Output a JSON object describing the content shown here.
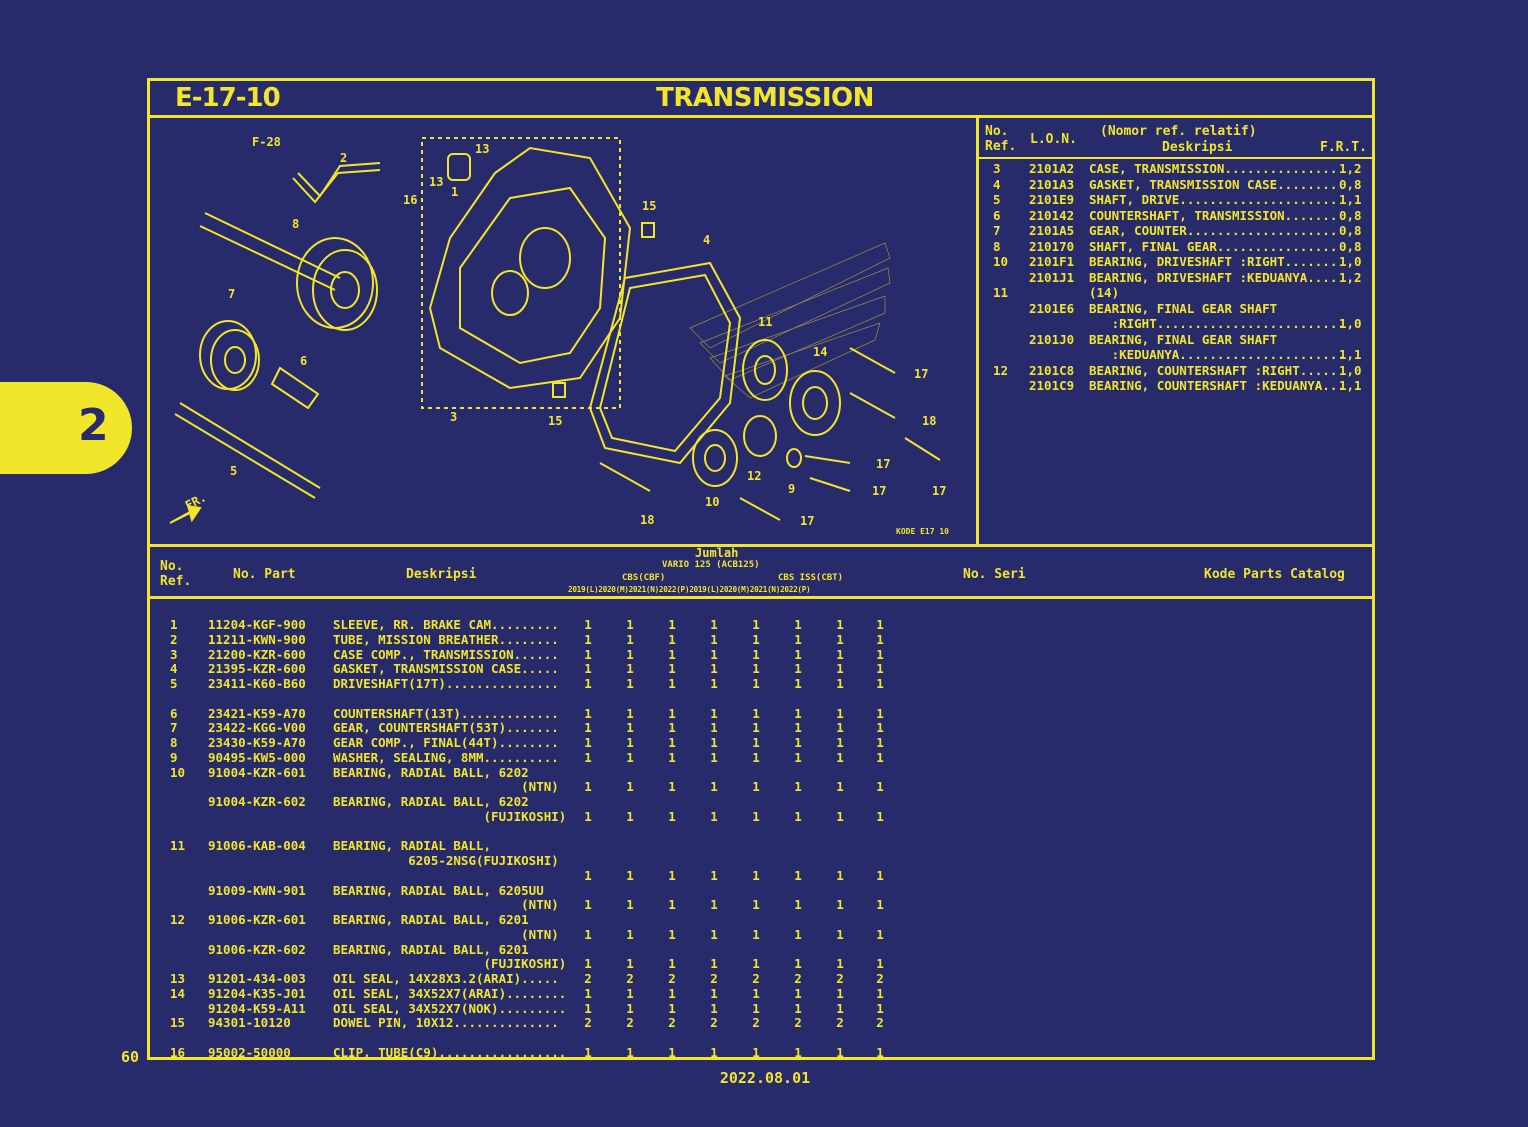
{
  "header": {
    "code": "E-17-10",
    "title": "TRANSMISSION"
  },
  "section_tab": "2",
  "page_number": "60",
  "footer_date": "2022.08.01",
  "diagram": {
    "code": "KODE E17 10",
    "fr_label": "FR.",
    "ref_F28": "F-28",
    "callouts": [
      "2",
      "16",
      "13",
      "13",
      "1",
      "8",
      "15",
      "4",
      "7",
      "6",
      "3",
      "15",
      "11",
      "14",
      "17",
      "18",
      "5",
      "12",
      "9",
      "17",
      "17",
      "10",
      "18",
      "17",
      "17"
    ]
  },
  "ref_table": {
    "col_ref": "No.\nRef.",
    "col_lon": "L.O.N.",
    "col_desc_top": "(Nomor ref. relatif)",
    "col_desc": "Deskripsi",
    "col_frt": "F.R.T.",
    "rows": [
      {
        "ref": "3",
        "lon": "2101A2",
        "desc": "CASE, TRANSMISSION...............",
        "frt": "1,2"
      },
      {
        "ref": "4",
        "lon": "2101A3",
        "desc": "GASKET, TRANSMISSION CASE........",
        "frt": "0,8"
      },
      {
        "ref": "5",
        "lon": "2101E9",
        "desc": "SHAFT, DRIVE.....................",
        "frt": "1,1"
      },
      {
        "ref": "6",
        "lon": "210142",
        "desc": "COUNTERSHAFT, TRANSMISSION.......",
        "frt": "0,8"
      },
      {
        "ref": "7",
        "lon": "2101A5",
        "desc": "GEAR, COUNTER....................",
        "frt": "0,8"
      },
      {
        "ref": "8",
        "lon": "210170",
        "desc": "SHAFT, FINAL GEAR................",
        "frt": "0,8"
      },
      {
        "ref": "10",
        "lon": "2101F1",
        "desc": "BEARING, DRIVESHAFT :RIGHT.......",
        "frt": "1,0"
      },
      {
        "ref": "",
        "lon": "2101J1",
        "desc": "BEARING, DRIVESHAFT :KEDUANYA....",
        "frt": "1,2"
      },
      {
        "ref": "11",
        "lon": "",
        "desc": "(14)",
        "frt": ""
      },
      {
        "ref": "",
        "lon": "2101E6",
        "desc": "BEARING, FINAL GEAR SHAFT",
        "frt": ""
      },
      {
        "ref": "",
        "lon": "",
        "desc": "   :RIGHT.........................",
        "frt": "1,0"
      },
      {
        "ref": "",
        "lon": "2101J0",
        "desc": "BEARING, FINAL GEAR SHAFT",
        "frt": ""
      },
      {
        "ref": "",
        "lon": "",
        "desc": "   :KEDUANYA......................",
        "frt": "1,1"
      },
      {
        "ref": "12",
        "lon": "2101C8",
        "desc": "BEARING, COUNTERSHAFT :RIGHT.....",
        "frt": "1,0"
      },
      {
        "ref": "",
        "lon": "2101C9",
        "desc": "BEARING, COUNTERSHAFT :KEDUANYA...",
        "frt": "1,1"
      }
    ]
  },
  "parts_table": {
    "col_ref": "No.\nRef.",
    "col_part": "No. Part",
    "col_desc": "Deskripsi",
    "jumlah": "Jumlah",
    "model": "VARIO 125 (ACB125)",
    "group_cbs": "CBS(CBF)",
    "group_iss": "CBS ISS(CBT)",
    "years": "2019(L)2020(M)2021(N)2022(P)2019(L)2020(M)2021(N)2022(P)",
    "col_seri": "No. Seri",
    "col_kode": "Kode Parts Catalog",
    "rows": [
      {
        "ref": "1",
        "part": "11204-KGF-900",
        "desc": "SLEEVE, RR. BRAKE CAM.........",
        "qty": [
          "1",
          "1",
          "1",
          "1",
          "1",
          "1",
          "1",
          "1"
        ]
      },
      {
        "ref": "2",
        "part": "11211-KWN-900",
        "desc": "TUBE, MISSION BREATHER........",
        "qty": [
          "1",
          "1",
          "1",
          "1",
          "1",
          "1",
          "1",
          "1"
        ]
      },
      {
        "ref": "3",
        "part": "21200-KZR-600",
        "desc": "CASE COMP., TRANSMISSION......",
        "qty": [
          "1",
          "1",
          "1",
          "1",
          "1",
          "1",
          "1",
          "1"
        ]
      },
      {
        "ref": "4",
        "part": "21395-KZR-600",
        "desc": "GASKET, TRANSMISSION CASE.....",
        "qty": [
          "1",
          "1",
          "1",
          "1",
          "1",
          "1",
          "1",
          "1"
        ]
      },
      {
        "ref": "5",
        "part": "23411-K60-B60",
        "desc": "DRIVESHAFT(17T)...............",
        "qty": [
          "1",
          "1",
          "1",
          "1",
          "1",
          "1",
          "1",
          "1"
        ]
      },
      {
        "ref": "",
        "part": "",
        "desc": "",
        "qty": []
      },
      {
        "ref": "6",
        "part": "23421-K59-A70",
        "desc": "COUNTERSHAFT(13T).............",
        "qty": [
          "1",
          "1",
          "1",
          "1",
          "1",
          "1",
          "1",
          "1"
        ]
      },
      {
        "ref": "7",
        "part": "23422-KGG-V00",
        "desc": "GEAR, COUNTERSHAFT(53T).......",
        "qty": [
          "1",
          "1",
          "1",
          "1",
          "1",
          "1",
          "1",
          "1"
        ]
      },
      {
        "ref": "8",
        "part": "23430-K59-A70",
        "desc": "GEAR COMP., FINAL(44T)........",
        "qty": [
          "1",
          "1",
          "1",
          "1",
          "1",
          "1",
          "1",
          "1"
        ]
      },
      {
        "ref": "9",
        "part": "90495-KW5-000",
        "desc": "WASHER, SEALING, 8MM..........",
        "qty": [
          "1",
          "1",
          "1",
          "1",
          "1",
          "1",
          "1",
          "1"
        ]
      },
      {
        "ref": "10",
        "part": "91004-KZR-601",
        "desc": "BEARING, RADIAL BALL, 6202",
        "qty": []
      },
      {
        "ref": "",
        "part": "",
        "desc": "                         (NTN)",
        "qty": [
          "1",
          "1",
          "1",
          "1",
          "1",
          "1",
          "1",
          "1"
        ]
      },
      {
        "ref": "",
        "part": "91004-KZR-602",
        "desc": "BEARING, RADIAL BALL, 6202",
        "qty": []
      },
      {
        "ref": "",
        "part": "",
        "desc": "                    (FUJIKOSHI)",
        "qty": [
          "1",
          "1",
          "1",
          "1",
          "1",
          "1",
          "1",
          "1"
        ]
      },
      {
        "ref": "",
        "part": "",
        "desc": "",
        "qty": []
      },
      {
        "ref": "11",
        "part": "91006-KAB-004",
        "desc": "BEARING, RADIAL BALL,",
        "qty": []
      },
      {
        "ref": "",
        "part": "",
        "desc": "          6205-2NSG(FUJIKOSHI)",
        "qty": []
      },
      {
        "ref": "",
        "part": "",
        "desc": "",
        "qty": [
          "1",
          "1",
          "1",
          "1",
          "1",
          "1",
          "1",
          "1"
        ]
      },
      {
        "ref": "",
        "part": "91009-KWN-901",
        "desc": "BEARING, RADIAL BALL, 6205UU",
        "qty": []
      },
      {
        "ref": "",
        "part": "",
        "desc": "                         (NTN)",
        "qty": [
          "1",
          "1",
          "1",
          "1",
          "1",
          "1",
          "1",
          "1"
        ]
      },
      {
        "ref": "12",
        "part": "91006-KZR-601",
        "desc": "BEARING, RADIAL BALL, 6201",
        "qty": []
      },
      {
        "ref": "",
        "part": "",
        "desc": "                         (NTN)",
        "qty": [
          "1",
          "1",
          "1",
          "1",
          "1",
          "1",
          "1",
          "1"
        ]
      },
      {
        "ref": "",
        "part": "91006-KZR-602",
        "desc": "BEARING, RADIAL BALL, 6201",
        "qty": []
      },
      {
        "ref": "",
        "part": "",
        "desc": "                    (FUJIKOSHI)",
        "qty": [
          "1",
          "1",
          "1",
          "1",
          "1",
          "1",
          "1",
          "1"
        ]
      },
      {
        "ref": "13",
        "part": "91201-434-003",
        "desc": "OIL SEAL, 14X28X3.2(ARAI).....",
        "qty": [
          "2",
          "2",
          "2",
          "2",
          "2",
          "2",
          "2",
          "2"
        ]
      },
      {
        "ref": "14",
        "part": "91204-K35-J01",
        "desc": "OIL SEAL, 34X52X7(ARAI)........",
        "qty": [
          "1",
          "1",
          "1",
          "1",
          "1",
          "1",
          "1",
          "1"
        ]
      },
      {
        "ref": "",
        "part": "91204-K59-A11",
        "desc": "OIL SEAL, 34X52X7(NOK).........",
        "qty": [
          "1",
          "1",
          "1",
          "1",
          "1",
          "1",
          "1",
          "1"
        ]
      },
      {
        "ref": "15",
        "part": "94301-10120",
        "desc": "DOWEL PIN, 10X12..............",
        "qty": [
          "2",
          "2",
          "2",
          "2",
          "2",
          "2",
          "2",
          "2"
        ]
      },
      {
        "ref": "",
        "part": "",
        "desc": "",
        "qty": []
      },
      {
        "ref": "16",
        "part": "95002-50000",
        "desc": "CLIP, TUBE(C9).................",
        "qty": [
          "1",
          "1",
          "1",
          "1",
          "1",
          "1",
          "1",
          "1"
        ]
      }
    ]
  }
}
